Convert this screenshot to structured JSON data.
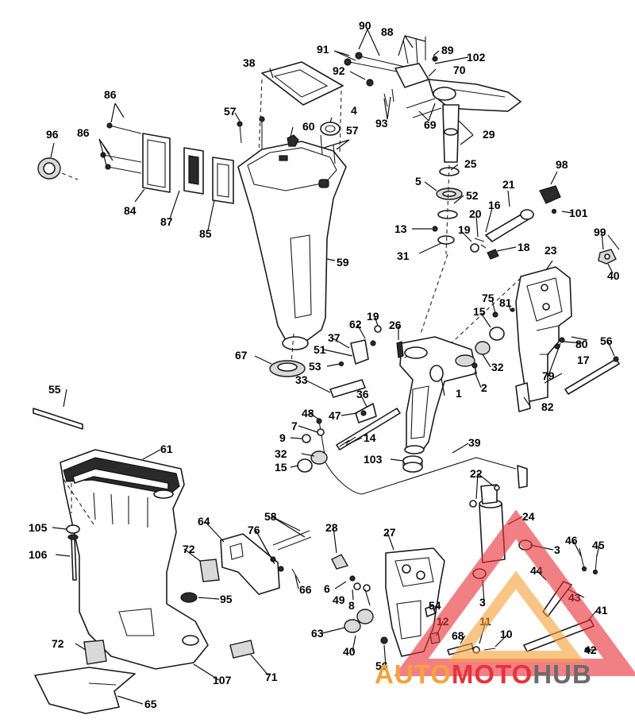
{
  "diagram": {
    "callouts": [
      "90",
      "91",
      "88",
      "89",
      "102",
      "92",
      "70",
      "38",
      "93",
      "69",
      "29",
      "4",
      "86",
      "57",
      "60",
      "57",
      "96",
      "86",
      "25",
      "98",
      "5",
      "52",
      "21",
      "84",
      "87",
      "85",
      "16",
      "20",
      "101",
      "13",
      "19",
      "18",
      "31",
      "59",
      "23",
      "99",
      "40",
      "75",
      "81",
      "15",
      "19",
      "62",
      "37",
      "26",
      "80",
      "56",
      "67",
      "51",
      "53",
      "32",
      "33",
      "2",
      "36",
      "79",
      "17",
      "1",
      "82",
      "55",
      "48",
      "47",
      "7",
      "14",
      "9",
      "61",
      "32",
      "103",
      "15",
      "39",
      "22",
      "24",
      "64",
      "58",
      "28",
      "27",
      "105",
      "72",
      "76",
      "46",
      "45",
      "3",
      "106",
      "6",
      "66",
      "44",
      "49",
      "8",
      "43",
      "95",
      "3",
      "41",
      "54",
      "72",
      "63",
      "12",
      "11",
      "40",
      "10",
      "68",
      "42",
      "56",
      "71",
      "107",
      "65"
    ],
    "watermark": {
      "part1": "AUTO",
      "part2": "MOTO",
      "part3": "HUB",
      "colors": {
        "orange": "#f5a23c",
        "red": "#e8323a",
        "grey": "#6b6b6b"
      }
    }
  }
}
